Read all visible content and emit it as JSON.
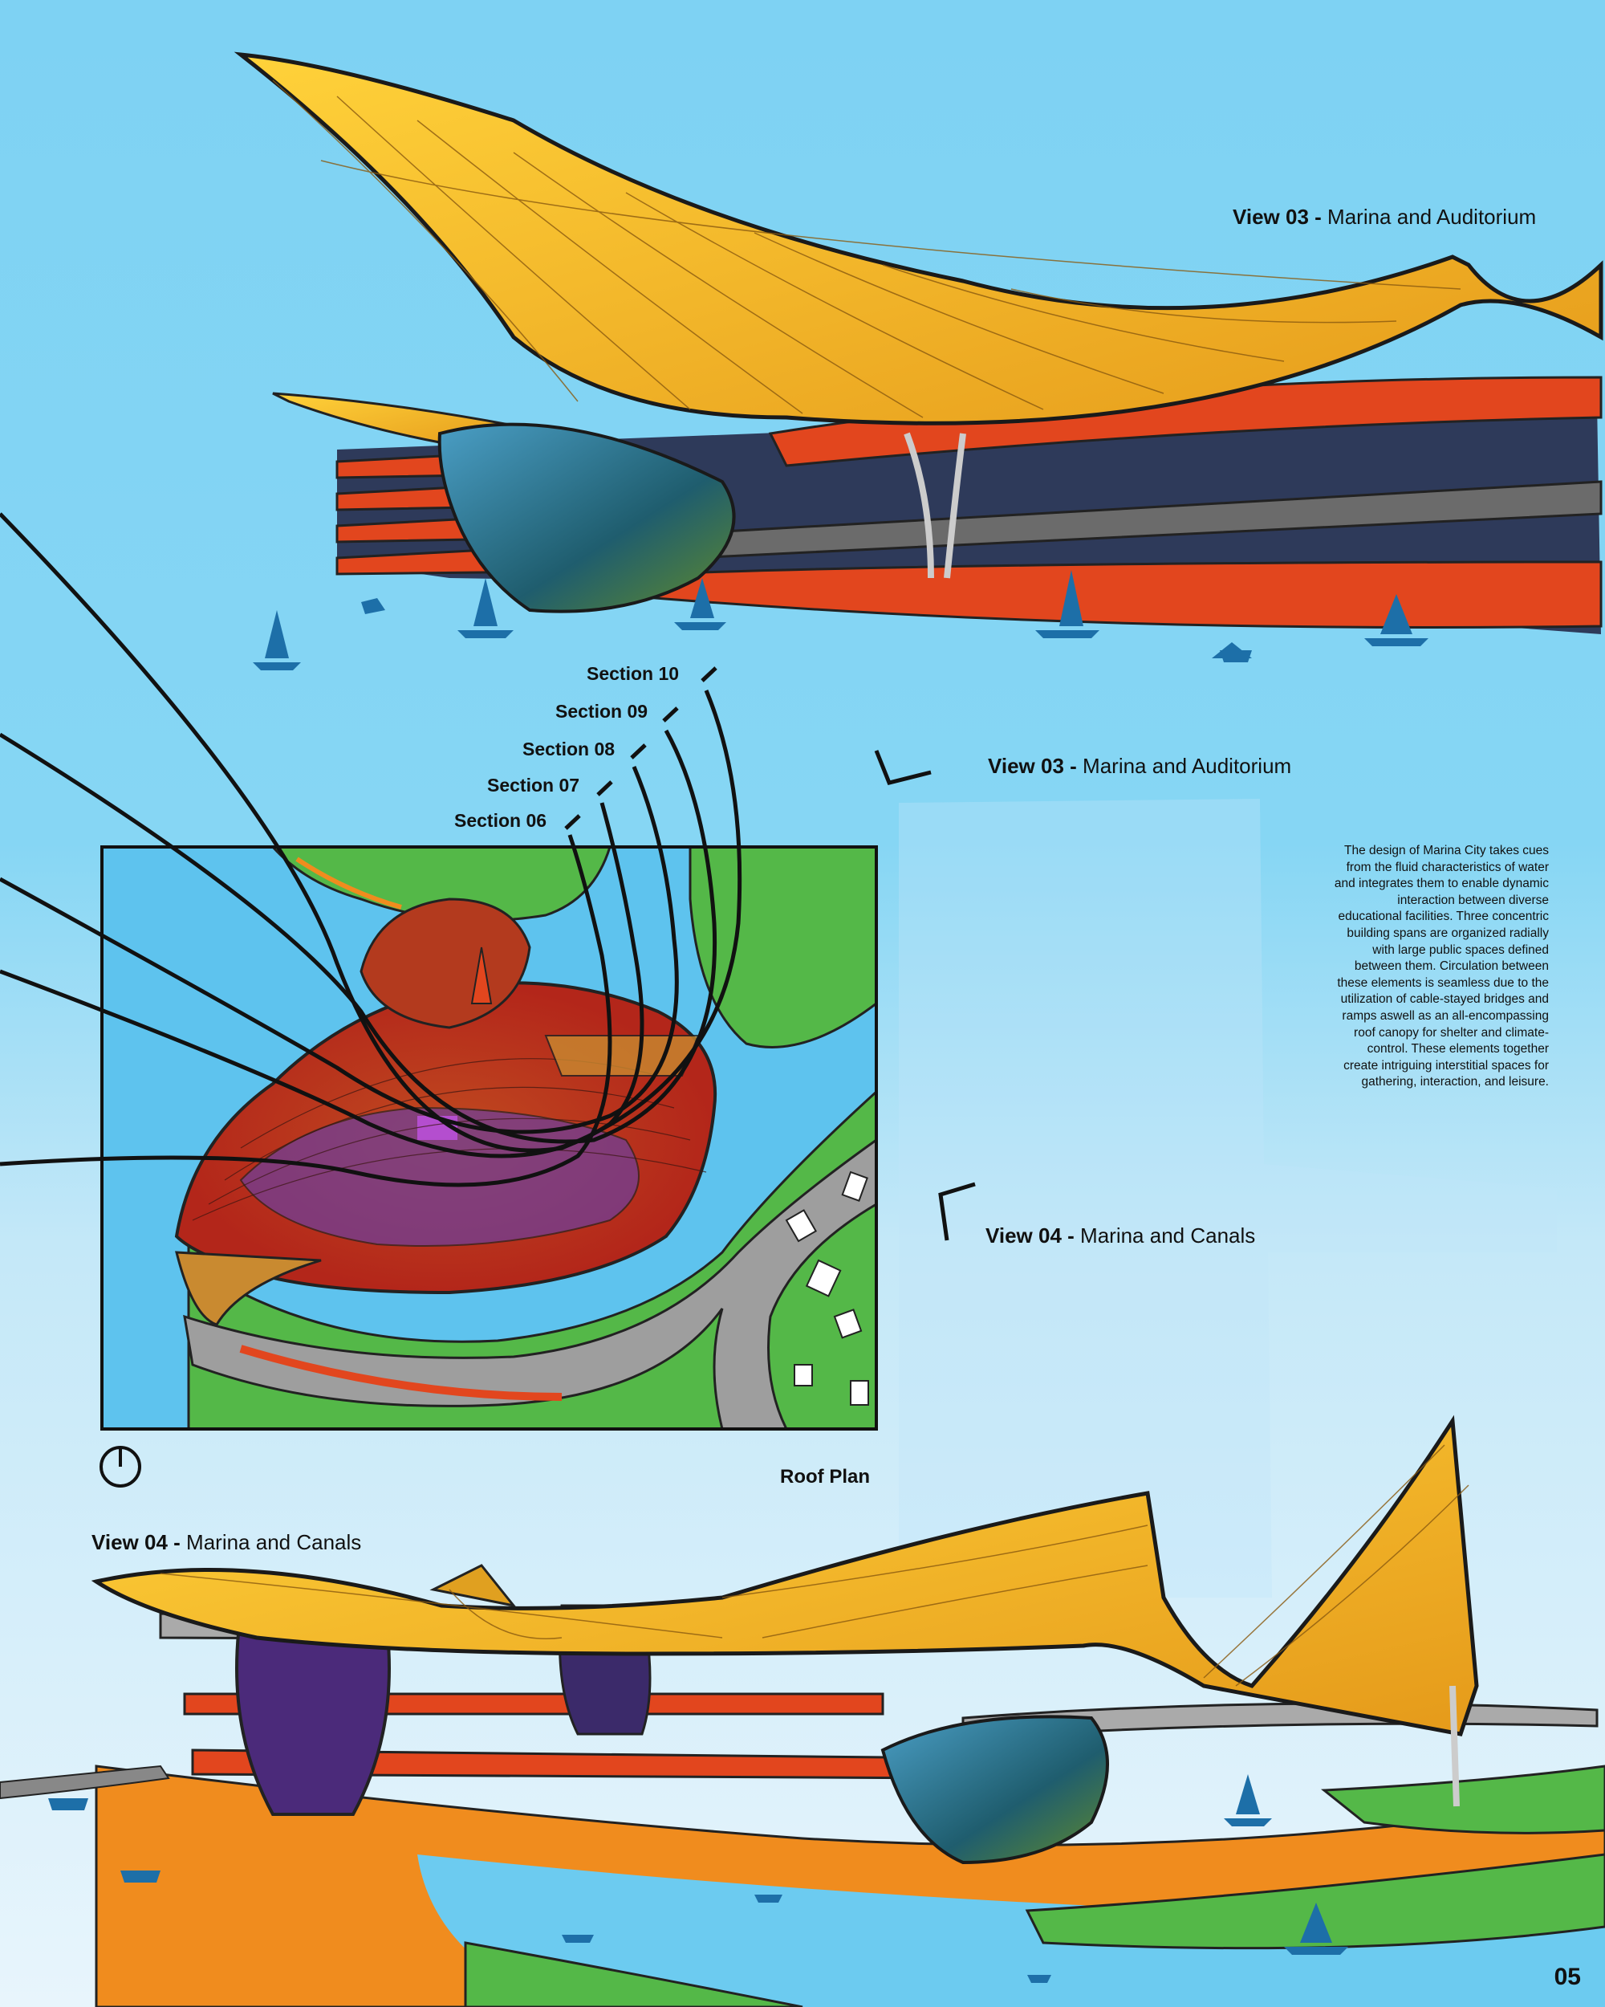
{
  "views": {
    "view03_top": {
      "num": "View 03 -",
      "name": "Marina and Auditorium"
    },
    "view03_mid": {
      "num": "View 03 -",
      "name": "Marina and Auditorium"
    },
    "view04_mid": {
      "num": "View 04 -",
      "name": "Marina and Canals"
    },
    "view04_bottom": {
      "num": "View 04 -",
      "name": "Marina and Canals"
    }
  },
  "sections": [
    "Section 10",
    "Section 09",
    "Section 08",
    "Section 07",
    "Section 06"
  ],
  "roof_plan_label": "Roof Plan",
  "description": "The design of Marina City takes cues from the fluid characteristics of water and integrates them to enable dynamic interaction between diverse educational facilities. Three concentric building spans are organized radially with large public spaces defined between them. Circulation between these elements is seamless due to the utilization of cable-stayed bridges and ramps aswell as an all-encompassing roof canopy for shelter and climate-control. These elements together create intriguing interstitial spaces for gathering, interaction, and leisure.",
  "page_number": "05",
  "colors": {
    "sky": "#7fd3f3",
    "canopy": "#f5b82e",
    "deck": "#e2461e",
    "grass": "#54b848",
    "water": "#62c4ee"
  }
}
